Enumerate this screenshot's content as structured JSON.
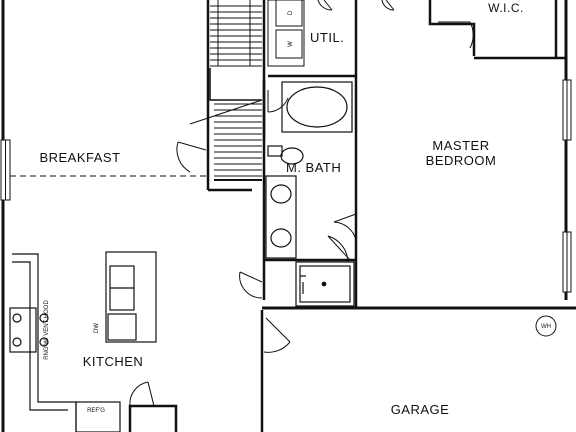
{
  "rooms": {
    "wic": "W.I.C.",
    "util": "UTIL.",
    "breakfast": "BREAKFAST",
    "master_line1": "MASTER",
    "master_line2": "BEDROOM",
    "mbath": "M. BATH",
    "kitchen": "KITCHEN",
    "garage": "GARAGE"
  },
  "fixtures": {
    "water_heater": "WH",
    "refrigerator": "REF'G",
    "dryer": "D",
    "washer": "W",
    "range_hood": "RNG W/ VENT HOOD",
    "dishwasher": "DW"
  },
  "colors": {
    "ink": "#111111",
    "background": "#ffffff"
  }
}
